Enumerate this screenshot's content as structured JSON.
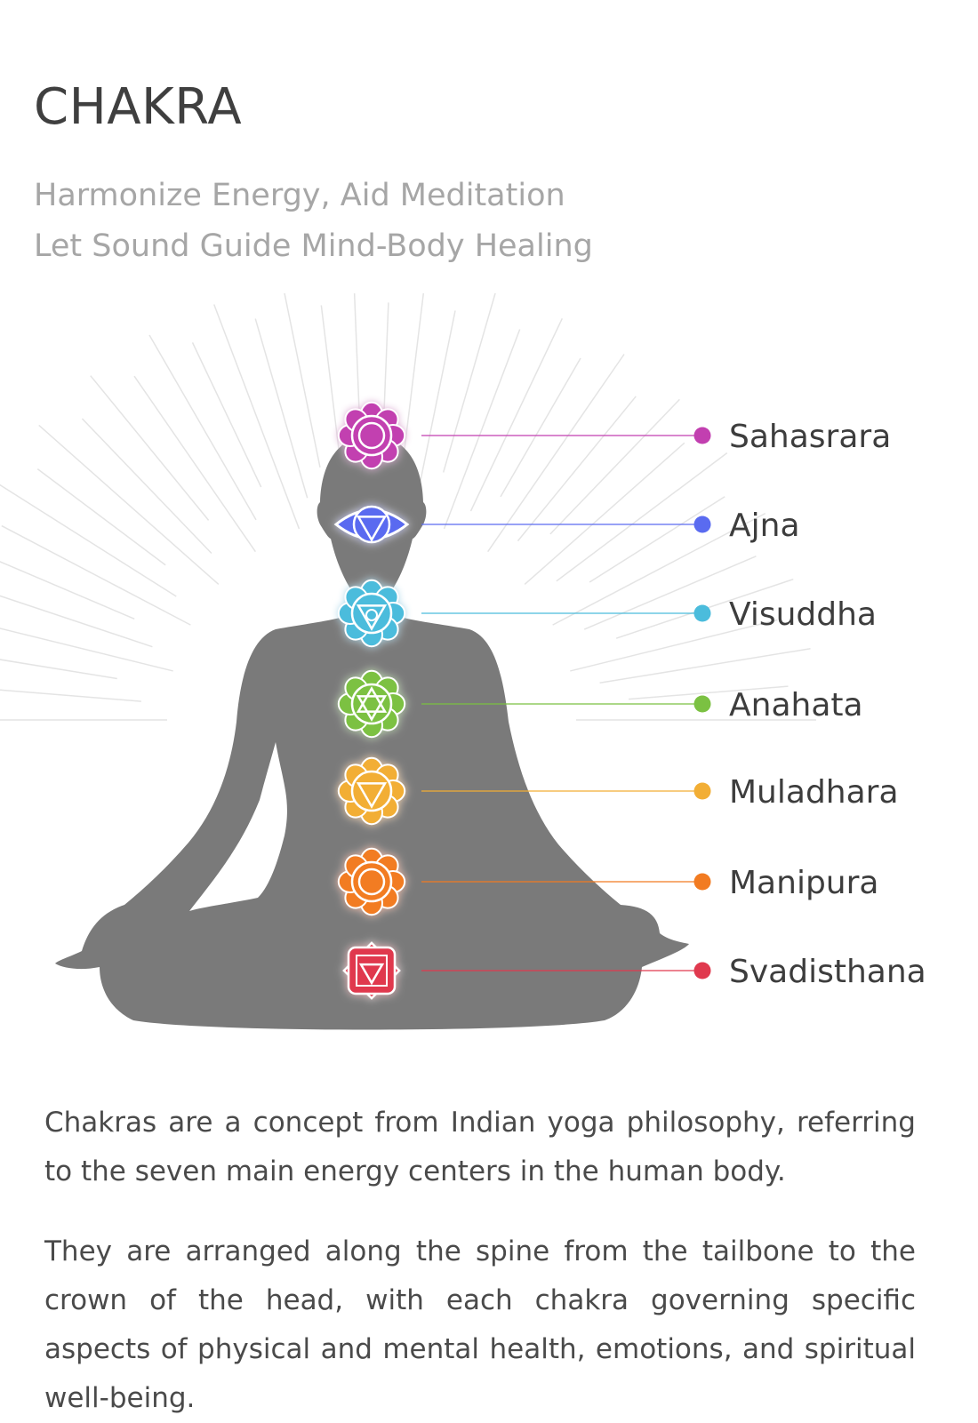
{
  "header": {
    "title": "CHAKRA",
    "subtitle_line1": "Harmonize Energy, Aid Meditation",
    "subtitle_line2": "Let Sound Guide Mind-Body Healing"
  },
  "chakras": [
    {
      "name": "Sahasrara",
      "color": "#c23fb0",
      "icon": "lotus-circle-icon"
    },
    {
      "name": "Ajna",
      "color": "#5a6bf0",
      "icon": "eye-triangle-icon"
    },
    {
      "name": "Visuddha",
      "color": "#4bbcdc",
      "icon": "lotus-triangle-circle-icon"
    },
    {
      "name": "Anahata",
      "color": "#7bc142",
      "icon": "lotus-hexagram-icon"
    },
    {
      "name": "Muladhara",
      "color": "#f2ae35",
      "icon": "lotus-triangle-icon"
    },
    {
      "name": "Manipura",
      "color": "#f27b21",
      "icon": "lotus-circle-icon"
    },
    {
      "name": "Svadisthana",
      "color": "#e0394e",
      "icon": "square-triangle-icon"
    }
  ],
  "body": {
    "paragraph1": "Chakras are a concept from Indian yoga philosophy, referring to the seven main energy centers in the human body.",
    "paragraph2": "They are arranged along the spine from the tailbone to the crown of the head, with each chakra governing specific aspects of physi­cal and mental health, emotions, and spiritual well-being."
  },
  "colors": {
    "silhouette": "#7a7a7a",
    "title": "#3f3f3f",
    "subtitle": "#a6a6a6",
    "text": "#4a4a4a"
  }
}
